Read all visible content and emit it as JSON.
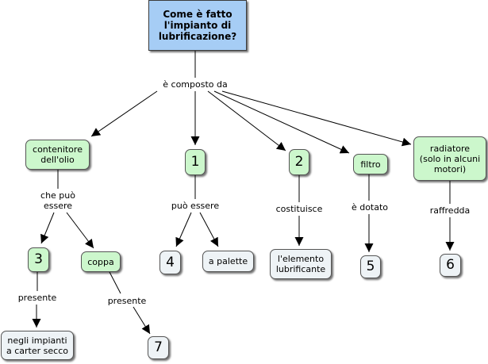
{
  "root": {
    "title": "Come è fatto\nl'impianto di\nlubrificazione?"
  },
  "links": {
    "composed_of": "è composto da",
    "can_be_1": "che può\nessere",
    "can_be_2": "può essere",
    "constitutes": "costituisce",
    "equipped_with": "è dotato",
    "cools": "raffredda",
    "present_1": "presente",
    "present_2": "presente"
  },
  "nodes": {
    "oil_container": "contenitore\ndell'olio",
    "n1": "1",
    "n2": "2",
    "filter": "filtro",
    "radiator": "radiatore\n(solo in alcuni\nmotori)",
    "n3": "3",
    "sump": "coppa",
    "n4": "4",
    "vane": "a palette",
    "lubricant": "l'elemento\nlubrificante",
    "n5": "5",
    "n6": "6",
    "dry_sump": "negli impianti\na carter secco",
    "n7": "7"
  },
  "colors": {
    "root_fill": "#a6cdf5",
    "concept_green": "#ccf7cc",
    "concept_gray": "#eef3f6",
    "connector": "#000000"
  }
}
